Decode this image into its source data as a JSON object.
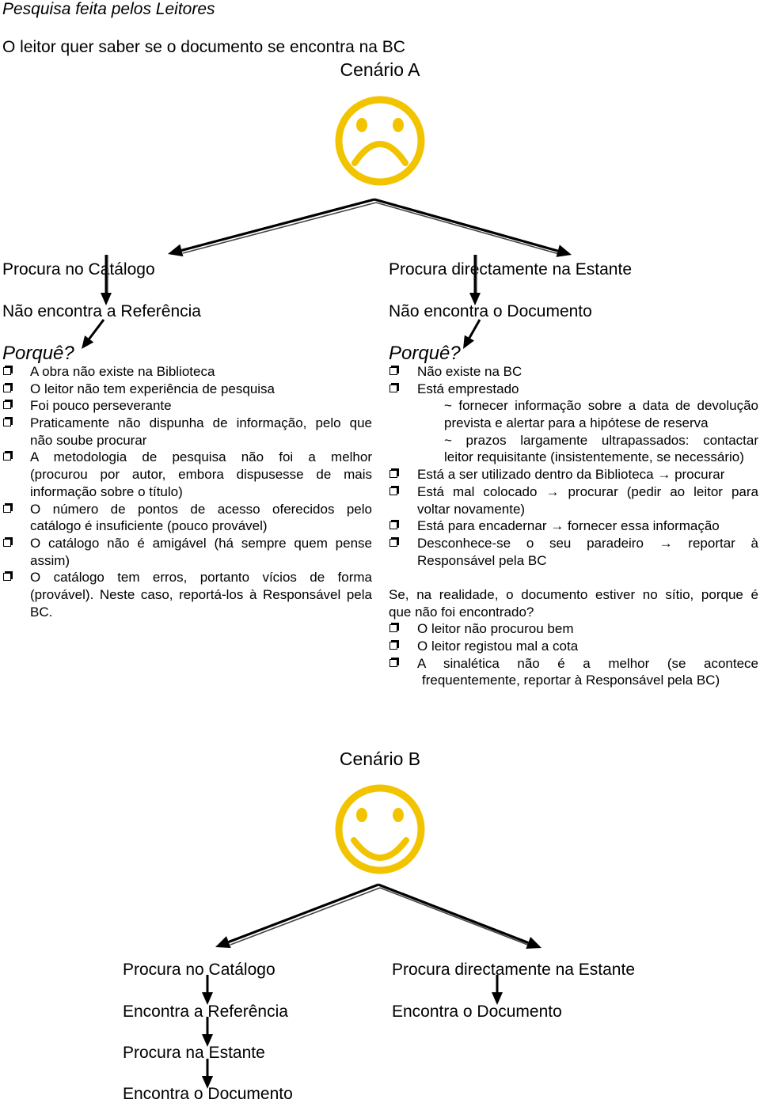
{
  "header": {
    "title": "Pesquisa feita pelos Leitores",
    "question": "O leitor quer saber se o documento se encontra na BC"
  },
  "colors": {
    "face": "#F2C400",
    "text": "#000000",
    "arrow": "#000000"
  },
  "bullet_icon": "box-bullet-icon",
  "scenario_a": {
    "title": "Cenário A",
    "face_icon": "sad-face-icon",
    "left": {
      "steps": [
        "Procura no Catálogo",
        "Não encontra a Referência"
      ],
      "why_label": "Porquê?",
      "reasons": [
        {
          "lines": [
            "A obra não existe na Biblioteca"
          ]
        },
        {
          "lines": [
            "O leitor não tem experiência de pesquisa"
          ]
        },
        {
          "lines": [
            "Foi pouco perseverante"
          ]
        },
        {
          "lines": [
            "Praticamente não dispunha de informação, pelo que",
            "não soube procurar"
          ]
        },
        {
          "lines": [
            "A metodologia de pesquisa não foi a melhor",
            "(procurou por autor, embora dispusesse de mais",
            "informação sobre o título)"
          ]
        },
        {
          "lines": [
            "O número de pontos de acesso oferecidos pelo",
            "catálogo é insuficiente (pouco provável)"
          ]
        },
        {
          "lines": [
            "O catálogo não é amigável (há sempre quem pense",
            "assim)"
          ]
        },
        {
          "lines": [
            "O catálogo tem erros, portanto vícios de forma",
            "(provável). Neste caso, reportá-los à Responsável pela",
            "BC."
          ]
        }
      ]
    },
    "right": {
      "steps": [
        "Procura directamente na Estante",
        "Não encontra o Documento"
      ],
      "why_label": "Porquê?",
      "reasons": [
        {
          "lines": [
            "Não existe na BC"
          ]
        },
        {
          "lines": [
            "Está emprestado"
          ],
          "actions": [
            {
              "lines": [
                "~ fornecer informação sobre a data de devolução",
                "prevista e alertar para a hipótese de reserva"
              ]
            },
            {
              "lines": [
                "~ prazos largamente ultrapassados: contactar",
                "leitor requisitante (insistentemente, se necessário)"
              ]
            }
          ]
        },
        {
          "lines": [
            "Está a ser utilizado dentro da Biblioteca → procurar"
          ]
        },
        {
          "lines": [
            "Está mal colocado → procurar (pedir ao leitor para",
            "voltar novamente)"
          ]
        },
        {
          "lines": [
            "Está para encadernar → fornecer essa informação"
          ]
        },
        {
          "lines": [
            "Desconhece-se o seu paradeiro → reportar à",
            "Responsável pela BC"
          ]
        }
      ],
      "followup": {
        "question_lines": [
          "Se, na realidade, o documento estiver no sítio, porque é",
          "que não foi encontrado?"
        ],
        "reasons": [
          {
            "lines": [
              "O leitor não procurou bem"
            ]
          },
          {
            "lines": [
              "O leitor registou mal a cota"
            ]
          },
          {
            "lines": [
              "A sinalética não é a melhor (se acontece",
              "frequentemente, reportar à Responsável pela BC)"
            ]
          }
        ]
      }
    }
  },
  "scenario_b": {
    "title": "Cenário B",
    "face_icon": "happy-face-icon",
    "left": {
      "steps": [
        "Procura no Catálogo",
        "Encontra a Referência",
        "Procura na Estante",
        "Encontra o Documento"
      ]
    },
    "right": {
      "steps": [
        "Procura directamente na Estante",
        "Encontra o Documento"
      ]
    }
  }
}
